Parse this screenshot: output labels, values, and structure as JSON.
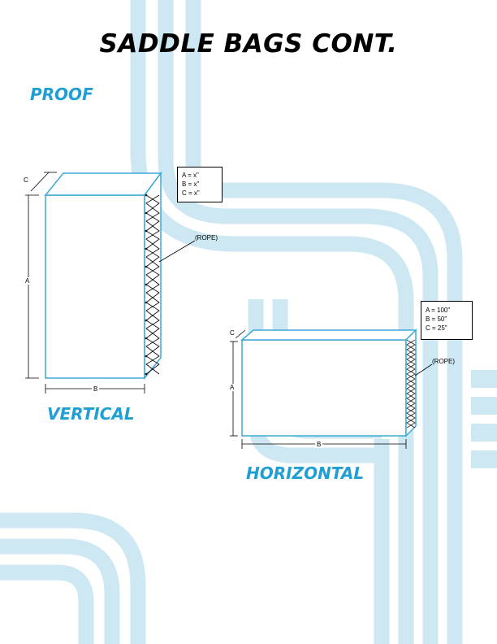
{
  "page": {
    "title": "SADDLE BAGS CONT.",
    "section_label": "PROOF"
  },
  "vertical": {
    "caption": "VERTICAL",
    "legend": [
      "A = x\"",
      "B = x\"",
      "C = x\""
    ],
    "rope_label": "(ROPE)",
    "dim_a": "A",
    "dim_b": "B",
    "dim_c": "C"
  },
  "horizontal": {
    "caption": "HORIZONTAL",
    "legend": [
      "A = 100\"",
      "B = 50\"",
      "C = 25\""
    ],
    "rope_label": "(ROPE)",
    "dim_a": "A",
    "dim_b": "B",
    "dim_c": "C"
  },
  "colors": {
    "accent": "#1f9fd3",
    "stripe": "#cde8f3",
    "outline": "#3fa8d8"
  }
}
